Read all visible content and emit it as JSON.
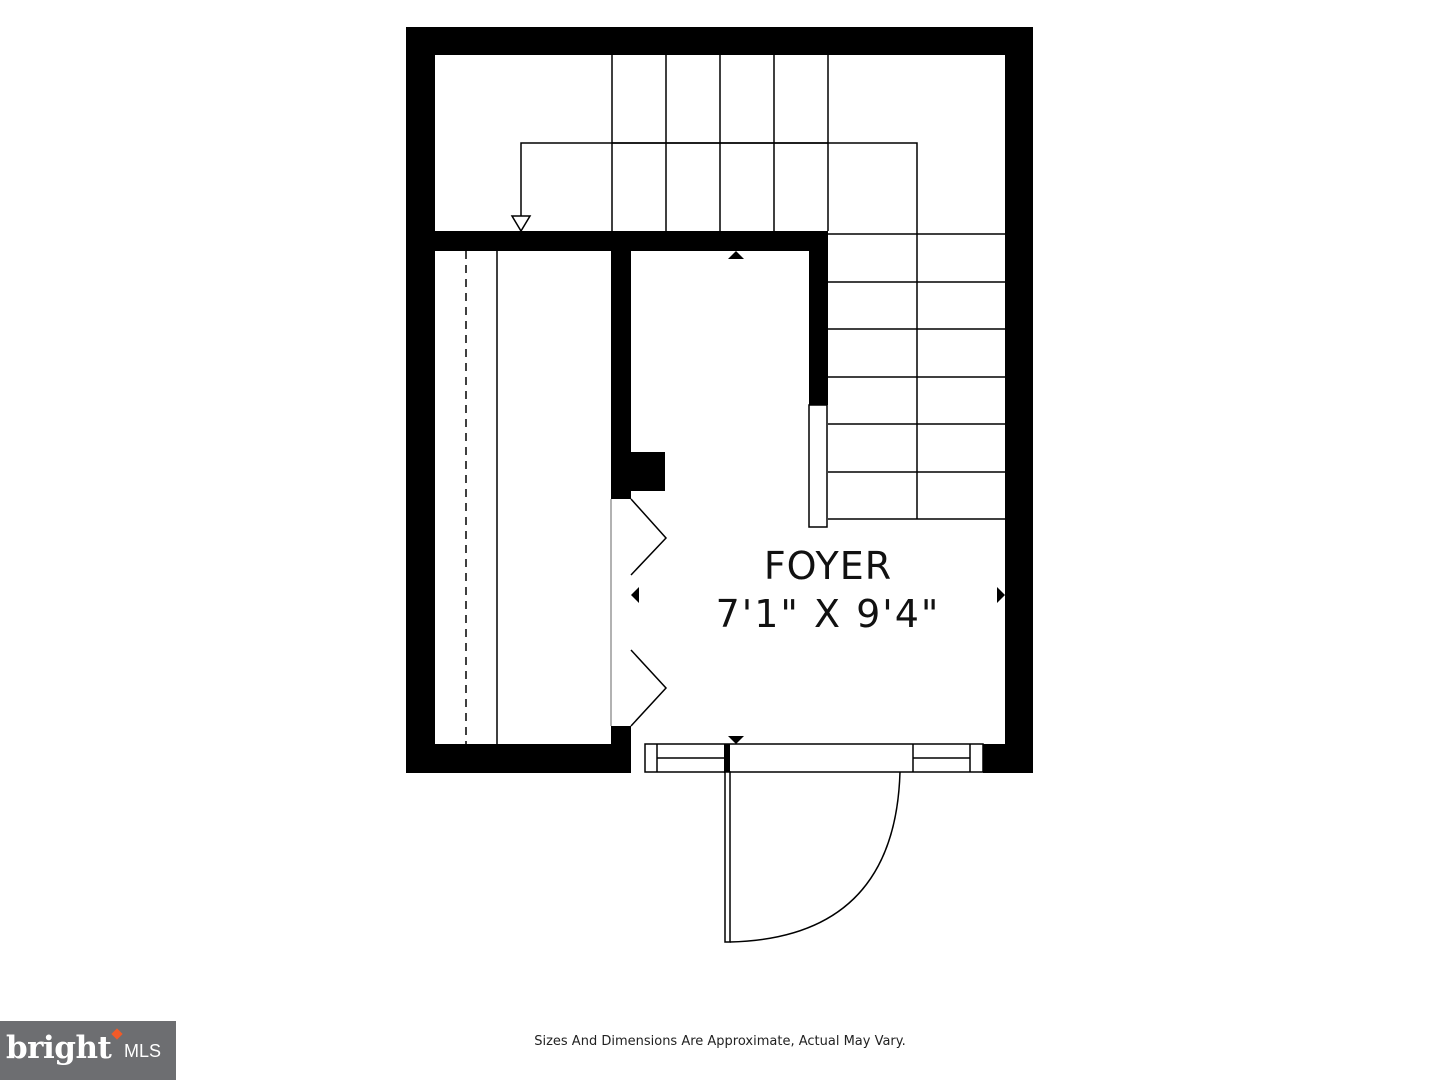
{
  "room": {
    "name": "FOYER",
    "dimensions": "7'1\" X 9'4\""
  },
  "footer": {
    "disclaimer": "Sizes And Dimensions Are Approximate, Actual May Vary."
  },
  "brand": {
    "logo_word": "bright",
    "logo_suffix": "MLS",
    "logo_bg": "#6d6e71",
    "logo_dot": "#f05a28"
  },
  "colors": {
    "wall": "#000000",
    "line": "#000000",
    "background": "#ffffff"
  }
}
